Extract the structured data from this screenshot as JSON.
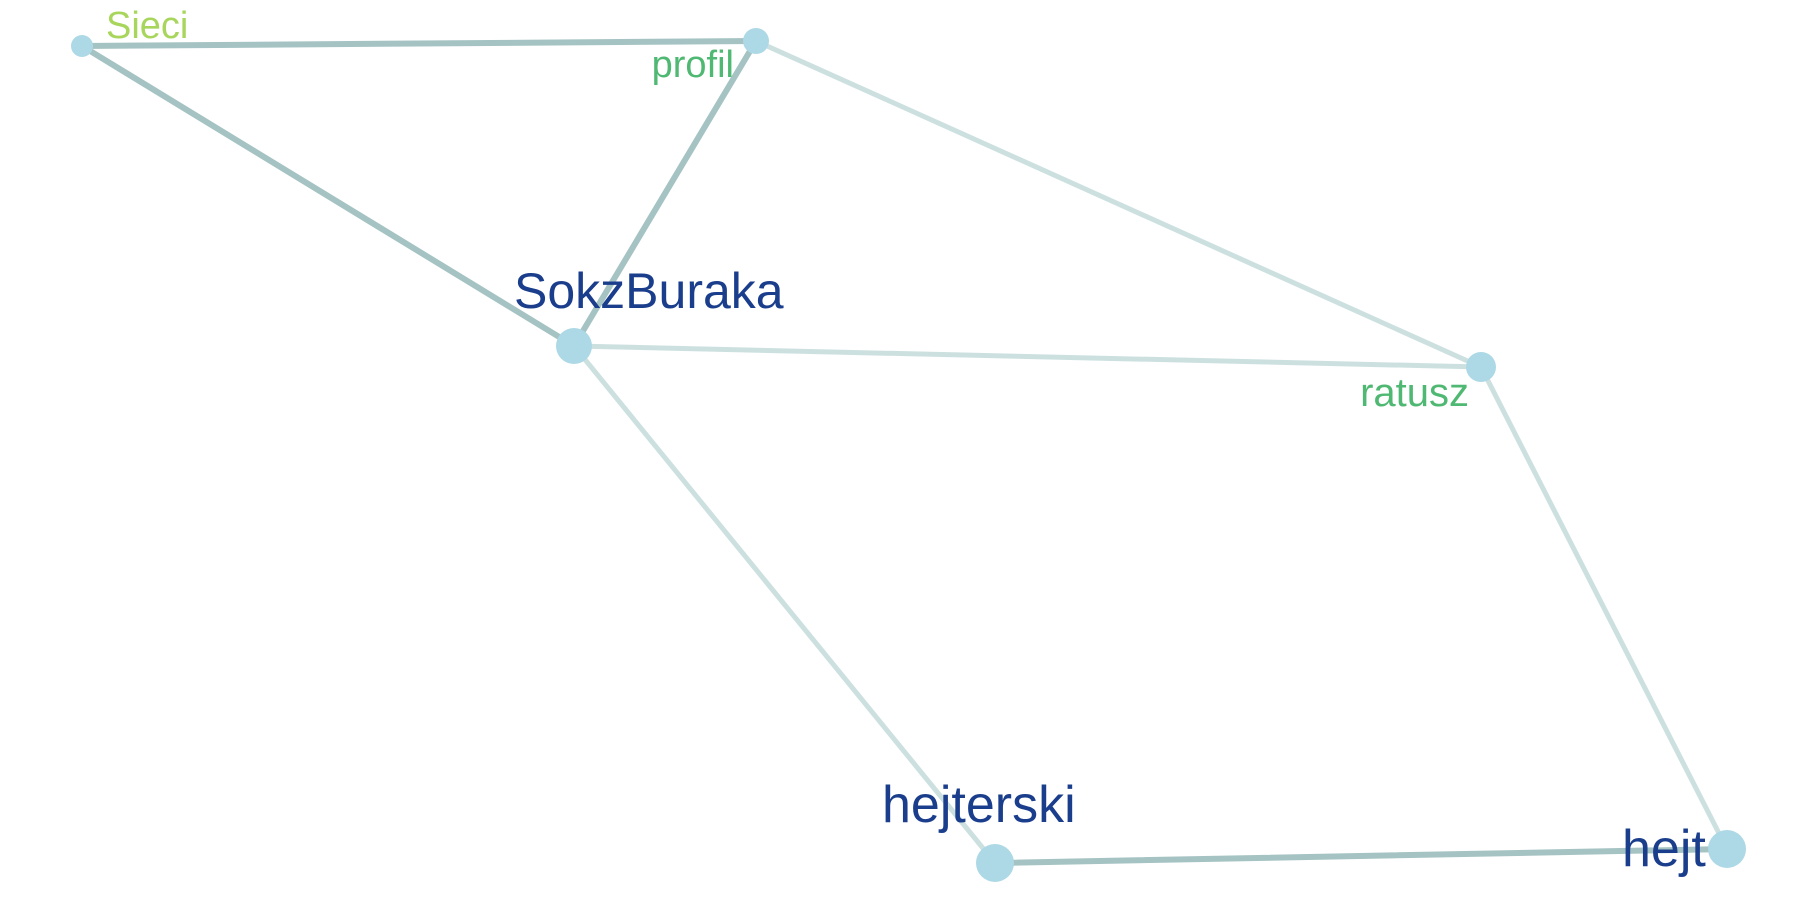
{
  "graph": {
    "nodes": [
      {
        "id": "sieci",
        "label": "Sieci",
        "label_color": "#a8d65c",
        "node_color": "#add8e6",
        "weight": 1
      },
      {
        "id": "profil",
        "label": "profil",
        "label_color": "#4fb872",
        "node_color": "#add8e6",
        "weight": 2
      },
      {
        "id": "sokzburaka",
        "label": "SokzBuraka",
        "label_color": "#1a3e8c",
        "node_color": "#add8e6",
        "weight": 3
      },
      {
        "id": "ratusz",
        "label": "ratusz",
        "label_color": "#4fb872",
        "node_color": "#add8e6",
        "weight": 2
      },
      {
        "id": "hejterski",
        "label": "hejterski",
        "label_color": "#1a3e8c",
        "node_color": "#add8e6",
        "weight": 3
      },
      {
        "id": "hejt",
        "label": "hejt",
        "label_color": "#1a3e8c",
        "node_color": "#add8e6",
        "weight": 3
      }
    ],
    "edges": [
      {
        "source": "sieci",
        "target": "profil",
        "strength": "strong",
        "color": "#a5c3c3"
      },
      {
        "source": "sieci",
        "target": "sokzburaka",
        "strength": "strong",
        "color": "#a5c3c3"
      },
      {
        "source": "profil",
        "target": "sokzburaka",
        "strength": "strong",
        "color": "#a5c3c3"
      },
      {
        "source": "profil",
        "target": "ratusz",
        "strength": "weak",
        "color": "#cde0e0"
      },
      {
        "source": "sokzburaka",
        "target": "ratusz",
        "strength": "weak",
        "color": "#cde0e0"
      },
      {
        "source": "sokzburaka",
        "target": "hejterski",
        "strength": "weak",
        "color": "#cde0e0"
      },
      {
        "source": "ratusz",
        "target": "hejt",
        "strength": "weak",
        "color": "#cde0e0"
      },
      {
        "source": "hejterski",
        "target": "hejt",
        "strength": "strong",
        "color": "#a5c3c3"
      }
    ]
  }
}
